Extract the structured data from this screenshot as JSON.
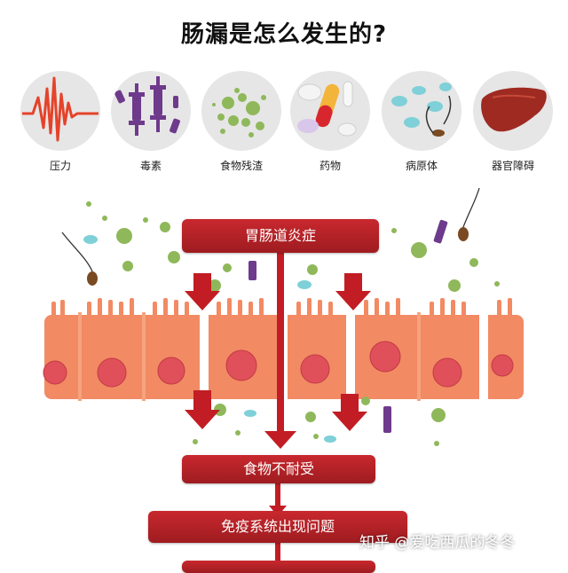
{
  "title": "肠漏是怎么发生的?",
  "causes": [
    {
      "label": "压力",
      "icon": "stress-wave-icon"
    },
    {
      "label": "毒素",
      "icon": "toxin-molecule-icon"
    },
    {
      "label": "食物残渣",
      "icon": "food-particles-icon"
    },
    {
      "label": "药物",
      "icon": "pills-icon"
    },
    {
      "label": "病原体",
      "icon": "pathogen-bacteria-icon"
    },
    {
      "label": "器官障碍",
      "icon": "liver-icon"
    }
  ],
  "flow": {
    "top": "胃肠道炎症",
    "step1": "食物不耐受",
    "step2": "免疫系统出现问题"
  },
  "watermark": "知乎 @爱吃西瓜的冬冬",
  "colors": {
    "box_red": "#b3232a",
    "cell_body": "#f28a63",
    "cell_nucleus": "#e0505a",
    "particle_green": "#8fb85a",
    "toxin_purple": "#6e3a8c"
  }
}
